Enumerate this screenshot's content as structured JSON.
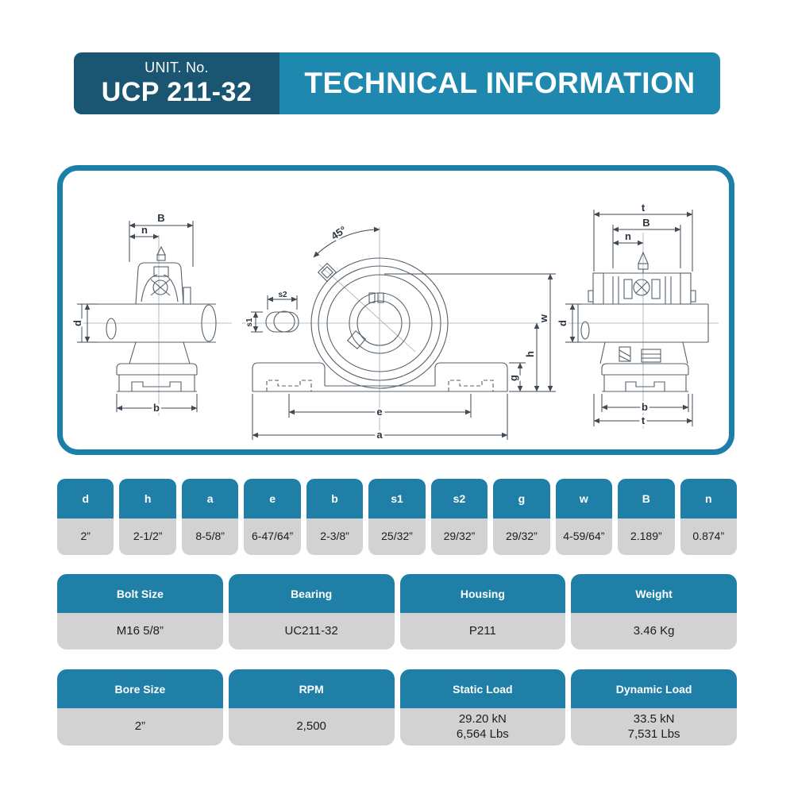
{
  "header": {
    "unit_label": "UNIT. No.",
    "unit_number": "UCP 211-32",
    "title": "TECHNICAL INFORMATION"
  },
  "diagram": {
    "labels": {
      "B": "B",
      "n": "n",
      "d": "d",
      "b": "b",
      "t": "t",
      "angle": "45°",
      "s1": "s1",
      "s2": "s2",
      "e": "e",
      "a": "a",
      "w": "w",
      "h": "h",
      "g": "g"
    }
  },
  "dim_table": {
    "columns": [
      {
        "label": "d",
        "value": "2”"
      },
      {
        "label": "h",
        "value": "2-1/2”"
      },
      {
        "label": "a",
        "value": "8-5/8”"
      },
      {
        "label": "e",
        "value": "6-47/64”"
      },
      {
        "label": "b",
        "value": "2-3/8”"
      },
      {
        "label": "s1",
        "value": "25/32”"
      },
      {
        "label": "s2",
        "value": "29/32”"
      },
      {
        "label": "g",
        "value": "29/32”"
      },
      {
        "label": "w",
        "value": "4-59/64”"
      },
      {
        "label": "B",
        "value": "2.189”"
      },
      {
        "label": "n",
        "value": "0.874”"
      }
    ]
  },
  "spec_table": {
    "columns": [
      {
        "label": "Bolt Size",
        "value": "M16 5/8”"
      },
      {
        "label": "Bearing",
        "value": "UC211-32"
      },
      {
        "label": "Housing",
        "value": "P211"
      },
      {
        "label": "Weight",
        "value": "3.46 Kg"
      }
    ]
  },
  "perf_table": {
    "columns": [
      {
        "label": "Bore Size",
        "value": "2”"
      },
      {
        "label": "RPM",
        "value": "2,500"
      },
      {
        "label": "Static Load",
        "value": "29.20 kN\n6,564 Lbs"
      },
      {
        "label": "Dynamic Load",
        "value": "33.5 kN\n7,531 Lbs"
      }
    ]
  },
  "colors": {
    "dark_teal": "#1a5672",
    "header_blue": "#1e88af",
    "table_blue": "#1f7fa7",
    "cell_gray": "#d2d2d2",
    "border_teal": "#1b7fa8"
  }
}
